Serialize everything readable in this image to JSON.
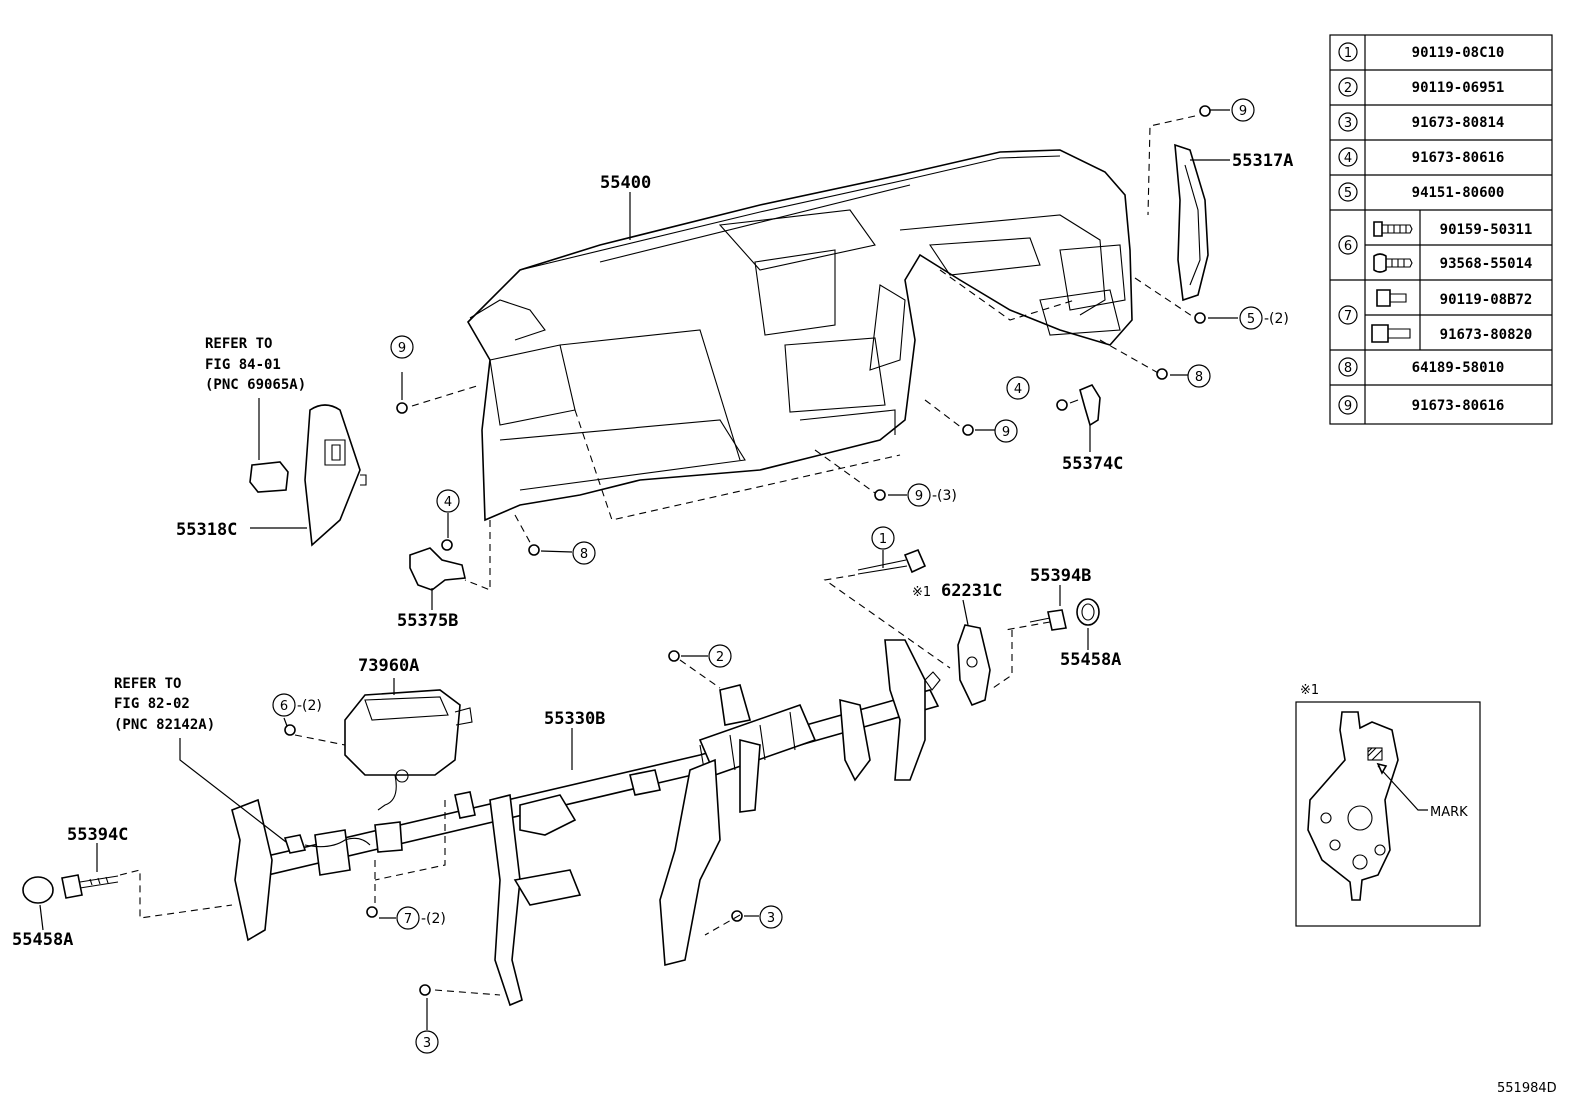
{
  "labels": {
    "p55400": "55400",
    "p55317A": "55317A",
    "p55318C": "55318C",
    "p55374C": "55374C",
    "p55375B": "55375B",
    "p55394B": "55394B",
    "p55458A_r": "55458A",
    "p62231C": "62231C",
    "p73960A": "73960A",
    "p55330B": "55330B",
    "p55394C": "55394C",
    "p55458A_l": "55458A",
    "mark_ref": "※1",
    "mark_ref_detail": "※1",
    "mark": "MARK",
    "figure_id": "551984D"
  },
  "notes": {
    "refer1": [
      "REFER TO",
      "FIG 84-01",
      "(PNC 69065A)"
    ],
    "refer2": [
      "REFER TO",
      "FIG 82-02",
      "(PNC 82142A)"
    ]
  },
  "callouts": {
    "c9_top": {
      "num": "9",
      "qty": ""
    },
    "c5": {
      "num": "5",
      "qty": "-(2)"
    },
    "c8_right": {
      "num": "8",
      "qty": ""
    },
    "c4_right": {
      "num": "4",
      "qty": ""
    },
    "c9_mid": {
      "num": "9",
      "qty": ""
    },
    "c9_left": {
      "num": "9",
      "qty": ""
    },
    "c9_3": {
      "num": "9",
      "qty": "-(3)"
    },
    "c4_left": {
      "num": "4",
      "qty": ""
    },
    "c8_left": {
      "num": "8",
      "qty": ""
    },
    "c1": {
      "num": "1",
      "qty": ""
    },
    "c2": {
      "num": "2",
      "qty": ""
    },
    "c6": {
      "num": "6",
      "qty": "-(2)"
    },
    "c7": {
      "num": "7",
      "qty": "-(2)"
    },
    "c3_right": {
      "num": "3",
      "qty": ""
    },
    "c3_bottom": {
      "num": "3",
      "qty": ""
    }
  },
  "parts_table": {
    "rows": [
      {
        "num": "1",
        "parts": [
          "90119-08C10"
        ]
      },
      {
        "num": "2",
        "parts": [
          "90119-06951"
        ]
      },
      {
        "num": "3",
        "parts": [
          "91673-80814"
        ]
      },
      {
        "num": "4",
        "parts": [
          "91673-80616"
        ]
      },
      {
        "num": "5",
        "parts": [
          "94151-80600"
        ]
      },
      {
        "num": "6",
        "parts": [
          "90159-50311",
          "93568-55014"
        ]
      },
      {
        "num": "7",
        "parts": [
          "90119-08B72",
          "91673-80820"
        ]
      },
      {
        "num": "8",
        "parts": [
          "64189-58010"
        ]
      },
      {
        "num": "9",
        "parts": [
          "91673-80616"
        ]
      }
    ]
  }
}
